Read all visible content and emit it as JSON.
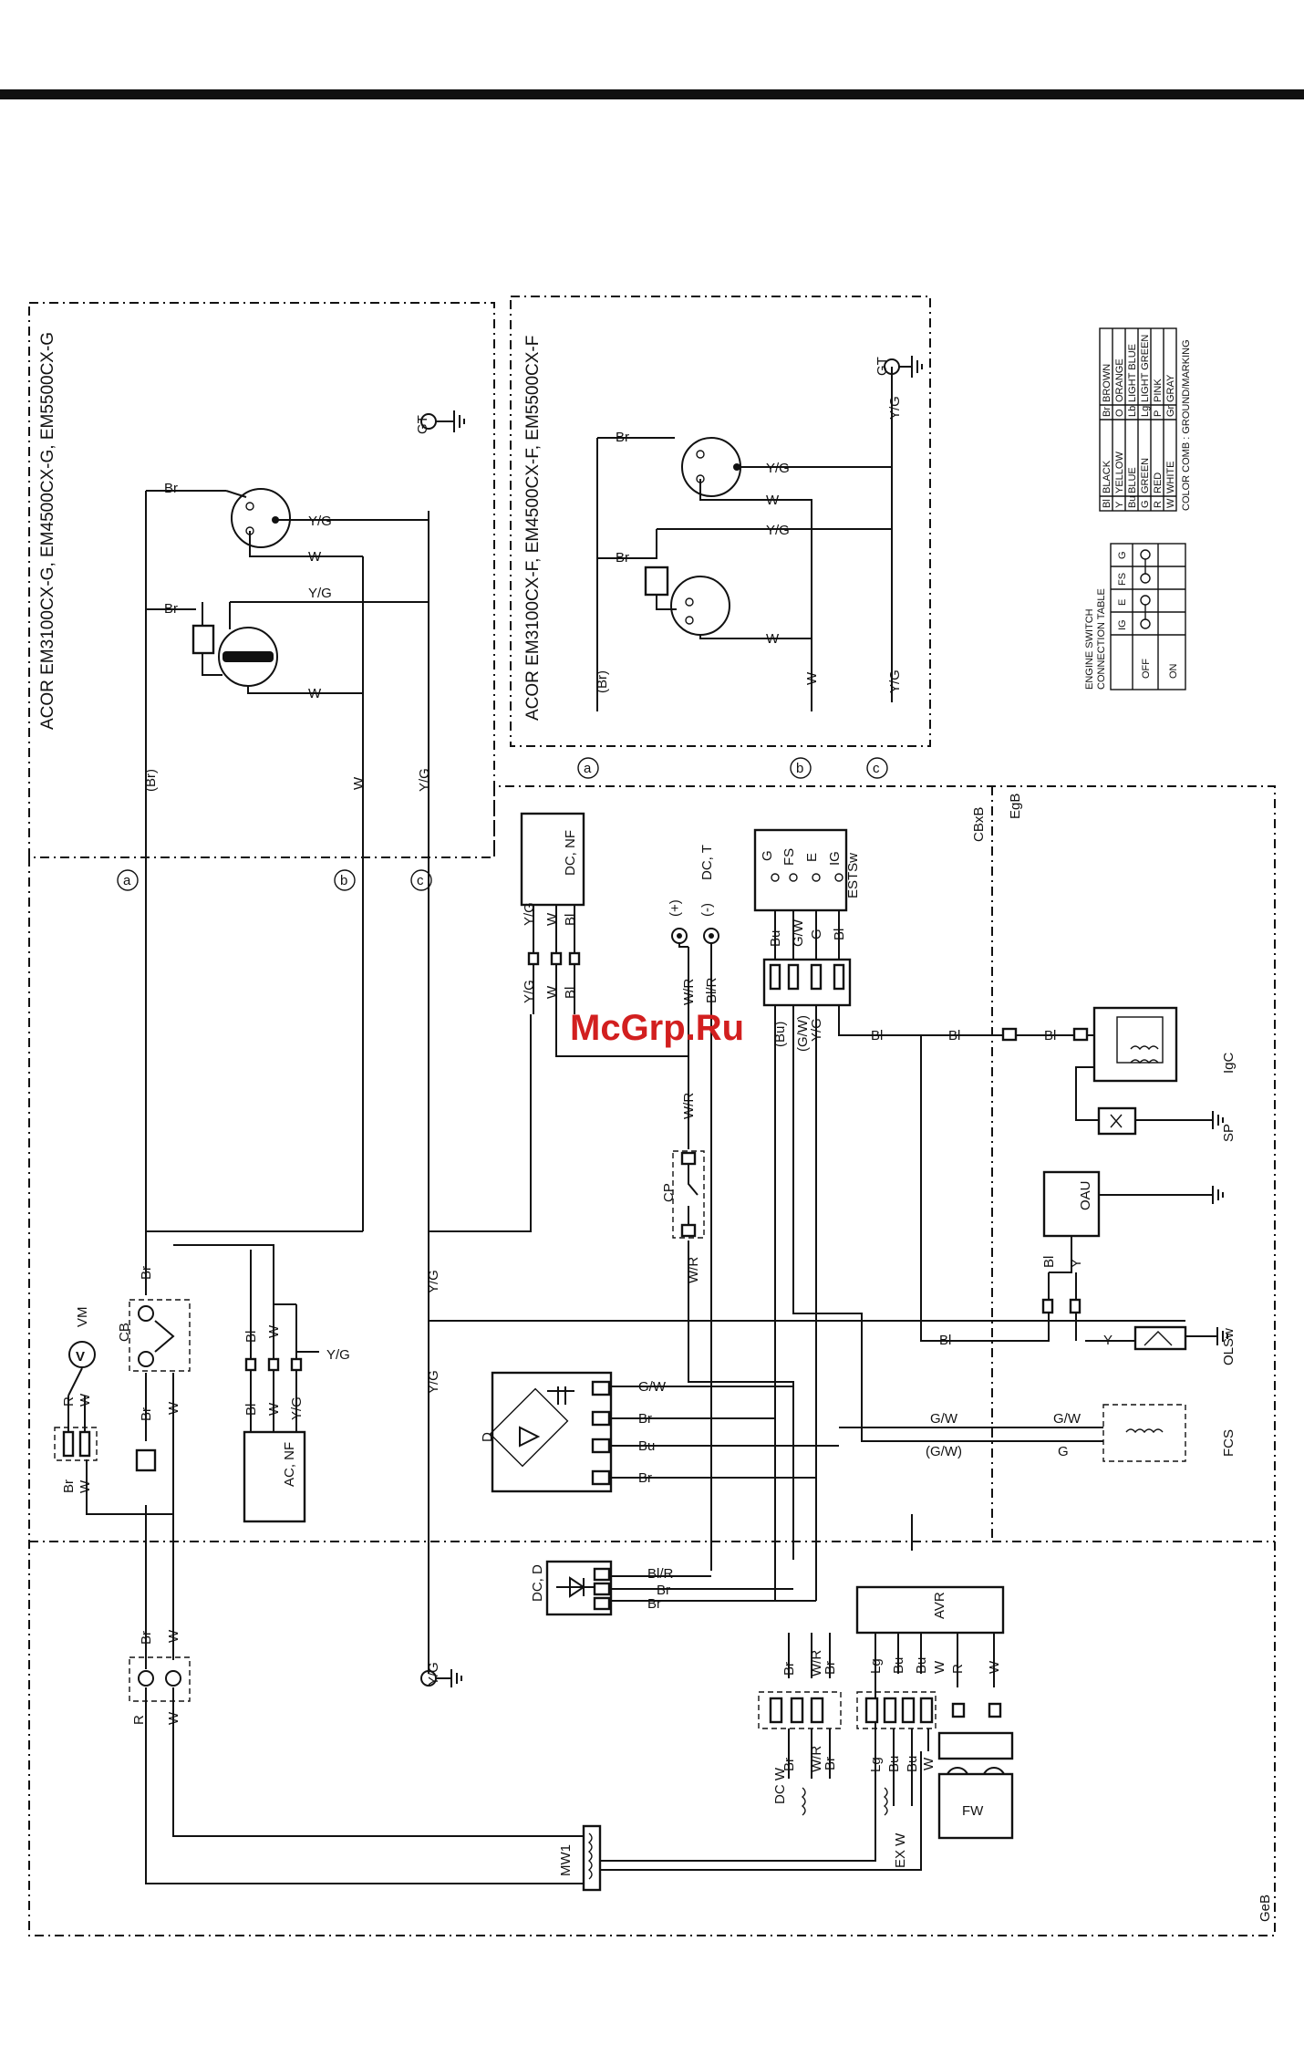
{
  "watermark": "McGrp.Ru",
  "titles": {
    "g_models": "ACOR EM3100CX-G, EM4500CX-G, EM5500CX-G",
    "f_models": "ACOR EM3100CX-F, EM4500CX-F, EM5500CX-F"
  },
  "color_code": {
    "heading": "COLOR COMB : GROUND/MARKING",
    "left": [
      [
        "Bl",
        "BLACK"
      ],
      [
        "Y",
        "YELLOW"
      ],
      [
        "Bu",
        "BLUE"
      ],
      [
        "G",
        "GREEN"
      ],
      [
        "R",
        "RED"
      ],
      [
        "W",
        "WHITE"
      ]
    ],
    "right": [
      [
        "Br",
        "BROWN"
      ],
      [
        "O",
        "ORANGE"
      ],
      [
        "Lb",
        "LIGHT BLUE"
      ],
      [
        "Lg",
        "LIGHT GREEN"
      ],
      [
        "P",
        "PINK"
      ],
      [
        "Gr",
        "GRAY"
      ]
    ]
  },
  "switch_table": {
    "title_1": "ENGINE SWITCH",
    "title_2": "CONNECTION TABLE",
    "headers": [
      "IG",
      "E",
      "FS",
      "G"
    ],
    "rows": [
      "OFF",
      "ON"
    ]
  },
  "regions": {
    "cbxb": "CBxB",
    "egb": "EgB",
    "geb": "GeB"
  },
  "components": {
    "dcnf": "DC, NF",
    "acnf": "AC, NF",
    "dct": "DC, T",
    "plus": "(+)",
    "minus": "(-)",
    "estsw": "ESTSw",
    "cb": "CB",
    "vm": "VM",
    "vm_symbol": "V",
    "cp": "CP",
    "d": "D",
    "dcd": "DC, D",
    "avr": "AVR",
    "oau": "OAU",
    "igc": "IgC",
    "sp": "SP",
    "olsw": "OLSw",
    "fcs": "FCS",
    "dcw": "DC W",
    "exw": "EX W",
    "fw": "FW",
    "mw1": "MW1",
    "gt": "GT"
  },
  "markers": [
    "a",
    "b",
    "c"
  ],
  "wire_codes": {
    "br": "Br",
    "br_p": "(Br)",
    "w": "W",
    "yg": "Y/G",
    "bl": "Bl",
    "bu": "Bu",
    "bu_p": "(Bu)",
    "g": "G",
    "fs": "FS",
    "e": "E",
    "ig": "IG",
    "gw": "G/W",
    "gw_p": "(G/W)",
    "wr": "W/R",
    "blr": "Bl/R",
    "r": "R",
    "y": "Y",
    "lg": "Lg"
  }
}
